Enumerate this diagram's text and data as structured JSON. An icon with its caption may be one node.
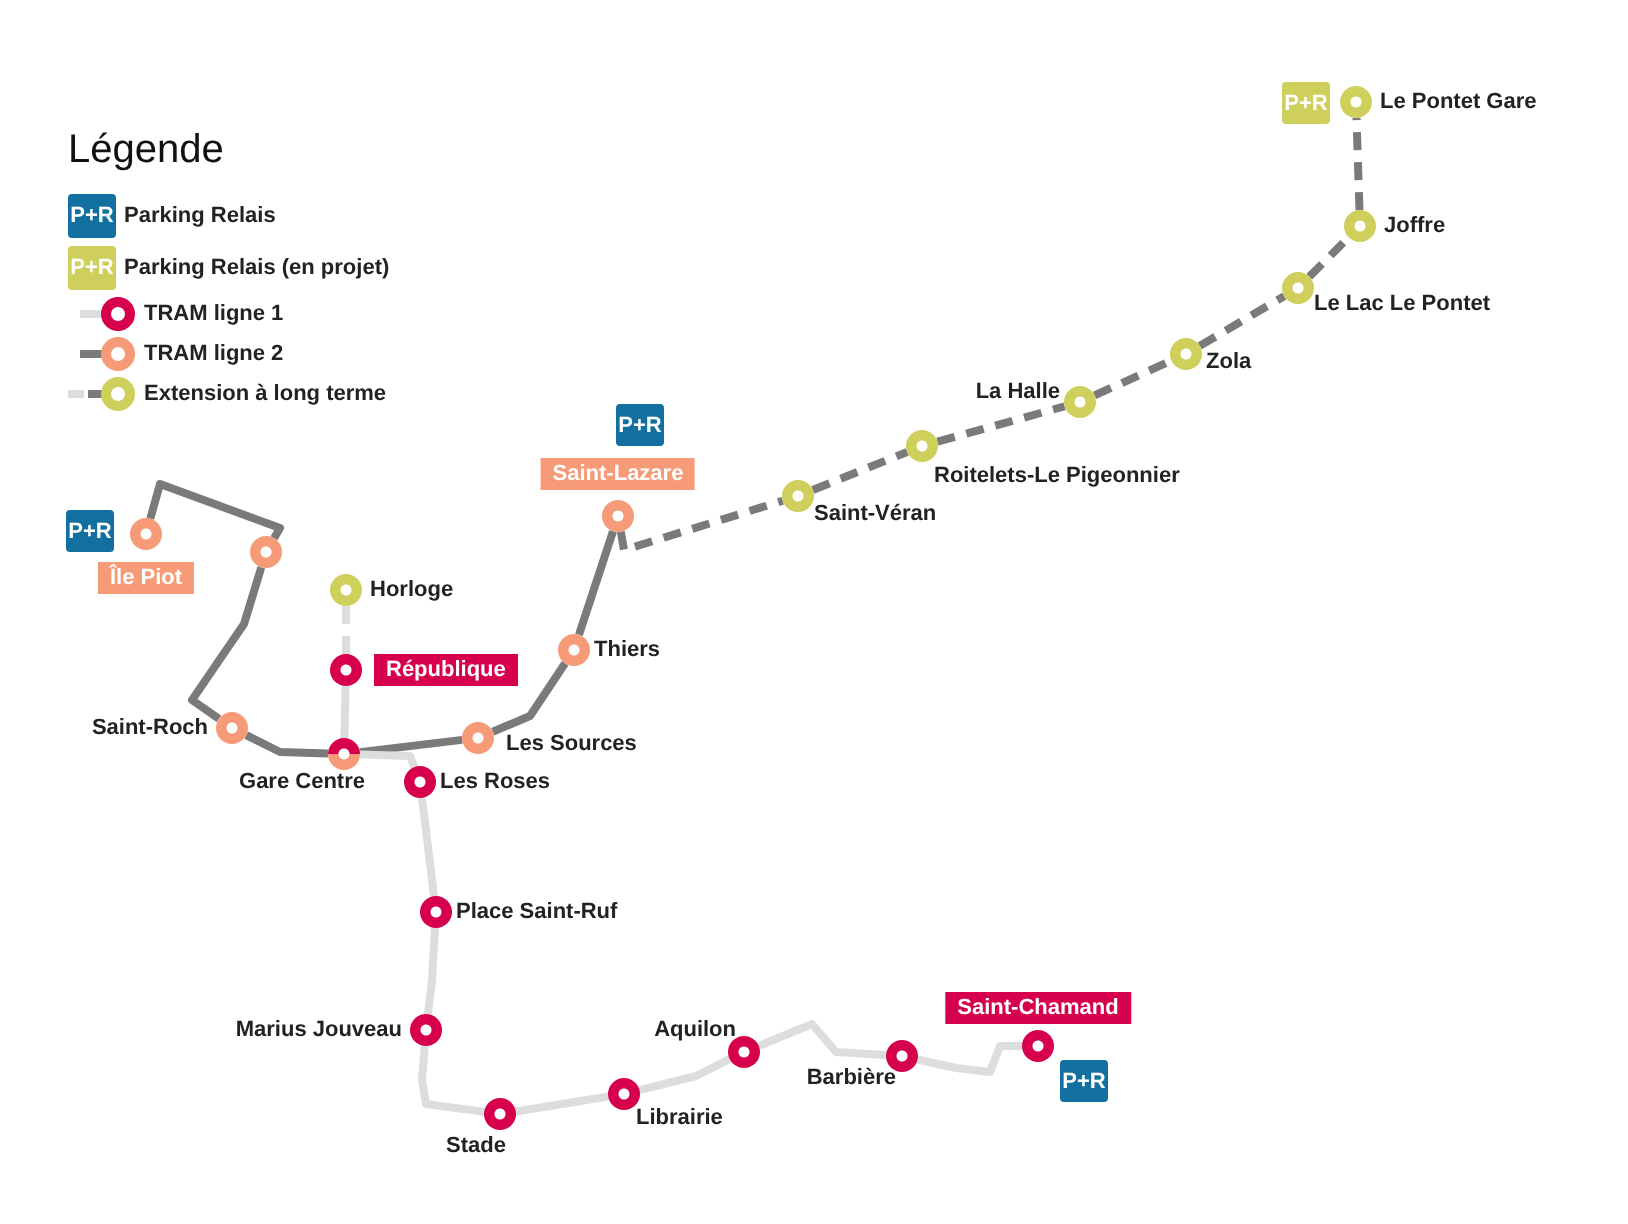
{
  "diagram": {
    "title": "Légende",
    "nodes": [
      {
        "text": [
          "P+R"
        ]
      },
      {
        "text": [
          "Île Piot"
        ]
      },
      {
        "text": [],
        "shape": "circle"
      },
      {
        "text": [
          "Saint-Roch"
        ]
      },
      {
        "text": [
          "Gare Centre"
        ]
      },
      {
        "text": [
          "Les Sources"
        ]
      },
      {
        "text": [
          "Thiers"
        ]
      },
      {
        "text": [
          "P+R"
        ]
      },
      {
        "text": [
          "Saint-Lazare"
        ]
      },
      {
        "text": [
          "Horloge"
        ]
      },
      {
        "text": [
          "République"
        ]
      },
      {
        "text": [
          "Les Roses"
        ]
      },
      {
        "text": [
          "Place Saint-Ruf"
        ]
      },
      {
        "text": [
          "Marius Jouveau"
        ]
      },
      {
        "text": [
          "Stade"
        ]
      },
      {
        "text": [
          "Librairie"
        ]
      },
      {
        "text": [
          "Aquilon"
        ]
      },
      {
        "text": [
          "Barbière"
        ]
      },
      {
        "text": [
          "Saint-Chamand"
        ]
      },
      {
        "text": [
          "P+R"
        ]
      },
      {
        "text": [
          "Saint-Véran"
        ]
      },
      {
        "text": [
          "Roitelets-Le Pigeonnier"
        ]
      },
      {
        "text": [
          "La Halle"
        ]
      },
      {
        "text": [
          "Zola"
        ]
      },
      {
        "text": [
          "Le Lac Le Pontet"
        ]
      },
      {
        "text": [
          "Joffre"
        ]
      },
      {
        "text": [
          "P+R"
        ]
      },
      {
        "text": [
          "Le Pontet Gare"
        ]
      }
    ],
    "edges": [
      {
        "from": 1,
        "to": 2,
        "arrow": "none"
      },
      {
        "from": 2,
        "to": 3,
        "arrow": "none"
      },
      {
        "from": 3,
        "to": 4,
        "arrow": "none"
      },
      {
        "from": 4,
        "to": 5,
        "arrow": "none"
      },
      {
        "from": 5,
        "to": 6,
        "arrow": "none"
      },
      {
        "from": 6,
        "to": 8,
        "arrow": "none"
      },
      {
        "from": 9,
        "to": 10,
        "arrow": "none",
        "style": "dashed",
        "color": "#dddddd"
      },
      {
        "from": 10,
        "to": 4,
        "arrow": "none",
        "color": "#dddddd"
      },
      {
        "from": 4,
        "to": 11,
        "arrow": "none",
        "color": "#dddddd"
      },
      {
        "from": 11,
        "to": 12,
        "arrow": "none",
        "color": "#dddddd"
      },
      {
        "from": 12,
        "to": 13,
        "arrow": "none",
        "color": "#dddddd"
      },
      {
        "from": 13,
        "to": 14,
        "arrow": "none",
        "color": "#dddddd"
      },
      {
        "from": 14,
        "to": 15,
        "arrow": "none",
        "color": "#dddddd"
      },
      {
        "from": 15,
        "to": 16,
        "arrow": "none",
        "color": "#dddddd"
      },
      {
        "from": 16,
        "to": 17,
        "arrow": "none",
        "color": "#dddddd"
      },
      {
        "from": 17,
        "to": 18,
        "arrow": "none",
        "color": "#dddddd"
      },
      {
        "from": 8,
        "to": 20,
        "arrow": "none",
        "style": "dashed"
      },
      {
        "from": 20,
        "to": 21,
        "arrow": "none",
        "style": "dashed"
      },
      {
        "from": 21,
        "to": 22,
        "arrow": "none",
        "style": "dashed"
      },
      {
        "from": 22,
        "to": 23,
        "arrow": "none",
        "style": "dashed"
      },
      {
        "from": 23,
        "to": 24,
        "arrow": "none",
        "style": "dashed"
      },
      {
        "from": 24,
        "to": 25,
        "arrow": "none",
        "style": "dashed"
      },
      {
        "from": 25,
        "to": 27,
        "arrow": "none",
        "style": "dashed"
      }
    ],
    "labels": [
      "P+R",
      "P+R"
    ],
    "legend": [
      {
        "text": "Parking Relais",
        "color": "#11709f"
      },
      {
        "text": "Parking Relais (en projet)",
        "color": "#cfcf5c"
      },
      {
        "text": "TRAM ligne 1",
        "color": "#d6004d"
      },
      {
        "text": "TRAM ligne 2",
        "color": "#f79a77"
      },
      {
        "text": "Extension à long terme",
        "color": "#cfcf5c"
      }
    ]
  }
}
